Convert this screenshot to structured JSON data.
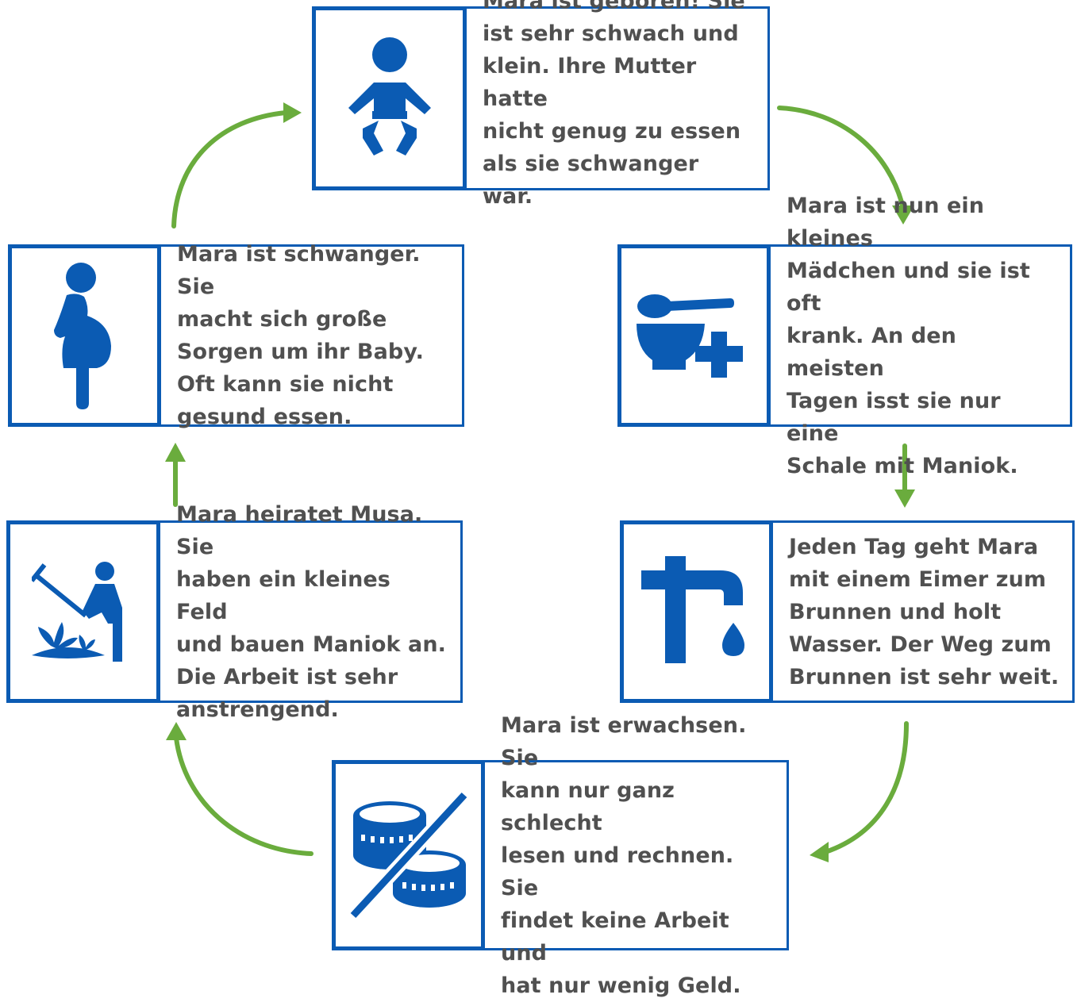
{
  "colors": {
    "box_border": "#0b5bb3",
    "icon": "#0b5bb3",
    "arrow": "#6aac3d",
    "text": "#505050"
  },
  "steps": [
    {
      "icon": "baby-icon",
      "text": "Mara ist geboren! Sie\nist sehr schwach und\nklein. Ihre Mutter hatte\nnicht genug zu essen\nals sie schwanger war."
    },
    {
      "icon": "bowl-spoon-plus-icon",
      "text": "Mara ist nun ein kleines\nMädchen und sie ist oft\nkrank. An den meisten\nTagen isst sie nur eine\nSchale mit Maniok."
    },
    {
      "icon": "water-tap-icon",
      "text": "Jeden Tag geht Mara\nmit einem Eimer zum\nBrunnen und holt\nWasser. Der Weg zum\nBrunnen ist sehr weit."
    },
    {
      "icon": "no-money-coins-icon",
      "text": "Mara ist erwachsen. Sie\nkann nur ganz schlecht\nlesen und rechnen. Sie\nfindet keine Arbeit und\nhat nur wenig Geld."
    },
    {
      "icon": "farmer-hoe-icon",
      "text": "Mara heiratet Musa. Sie\nhaben ein kleines Feld\nund bauen Maniok an.\nDie Arbeit ist sehr\nanstrengend."
    },
    {
      "icon": "pregnant-woman-icon",
      "text": "Mara ist schwanger. Sie\nmacht sich große\nSorgen um ihr Baby.\nOft kann sie nicht\ngesund essen."
    }
  ]
}
